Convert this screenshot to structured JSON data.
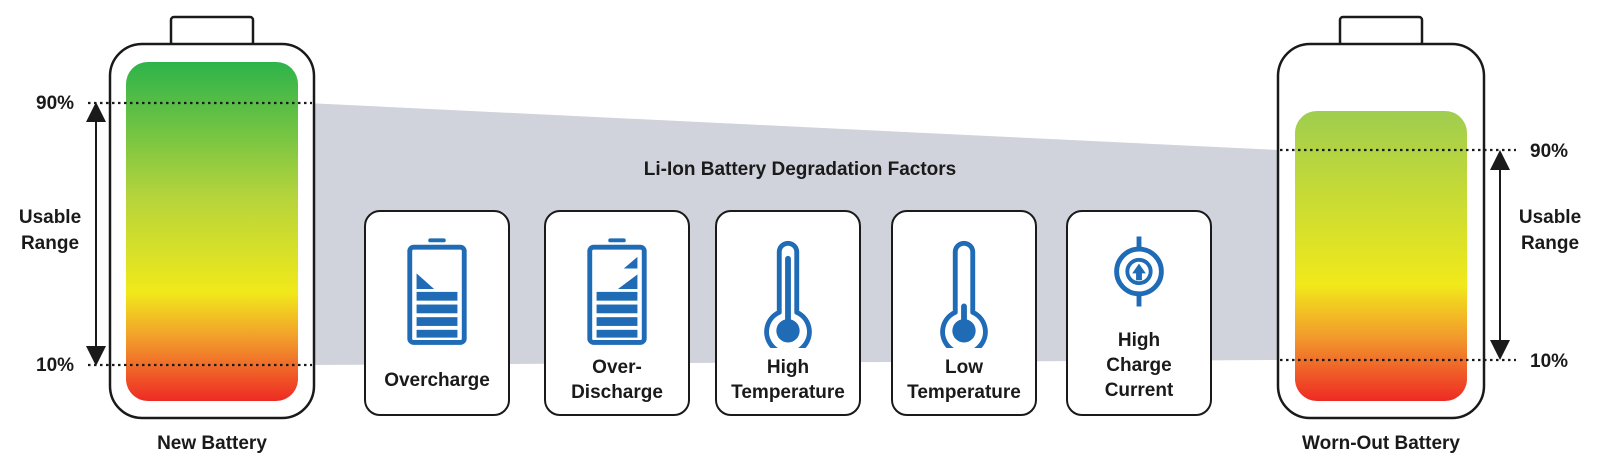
{
  "title": "Li-Ion Battery Degradation Factors",
  "new_battery": {
    "caption": "New Battery",
    "upper_label": "90%",
    "lower_label": "10%",
    "range_label_line1": "Usable",
    "range_label_line2": "Range"
  },
  "worn_battery": {
    "caption": "Worn-Out Battery",
    "upper_label": "90%",
    "lower_label": "10%",
    "range_label_line1": "Usable",
    "range_label_line2": "Range"
  },
  "factors": [
    {
      "label": "Overcharge",
      "icon": "battery-overcharge-icon"
    },
    {
      "label": "Over-\nDischarge",
      "icon": "battery-overdischarge-icon"
    },
    {
      "label": "High\nTemperature",
      "icon": "thermometer-high-icon"
    },
    {
      "label": "Low\nTemperature",
      "icon": "thermometer-low-icon"
    },
    {
      "label": "High\nCharge\nCurrent",
      "icon": "charge-current-icon"
    }
  ],
  "colors": {
    "outline": "#1a1a1a",
    "band": "#d0d2dc",
    "icon_blue": "#1f6bb5",
    "gradient_green": "#2db34a",
    "gradient_yellow": "#f1e91a",
    "gradient_red": "#ee2a24"
  }
}
